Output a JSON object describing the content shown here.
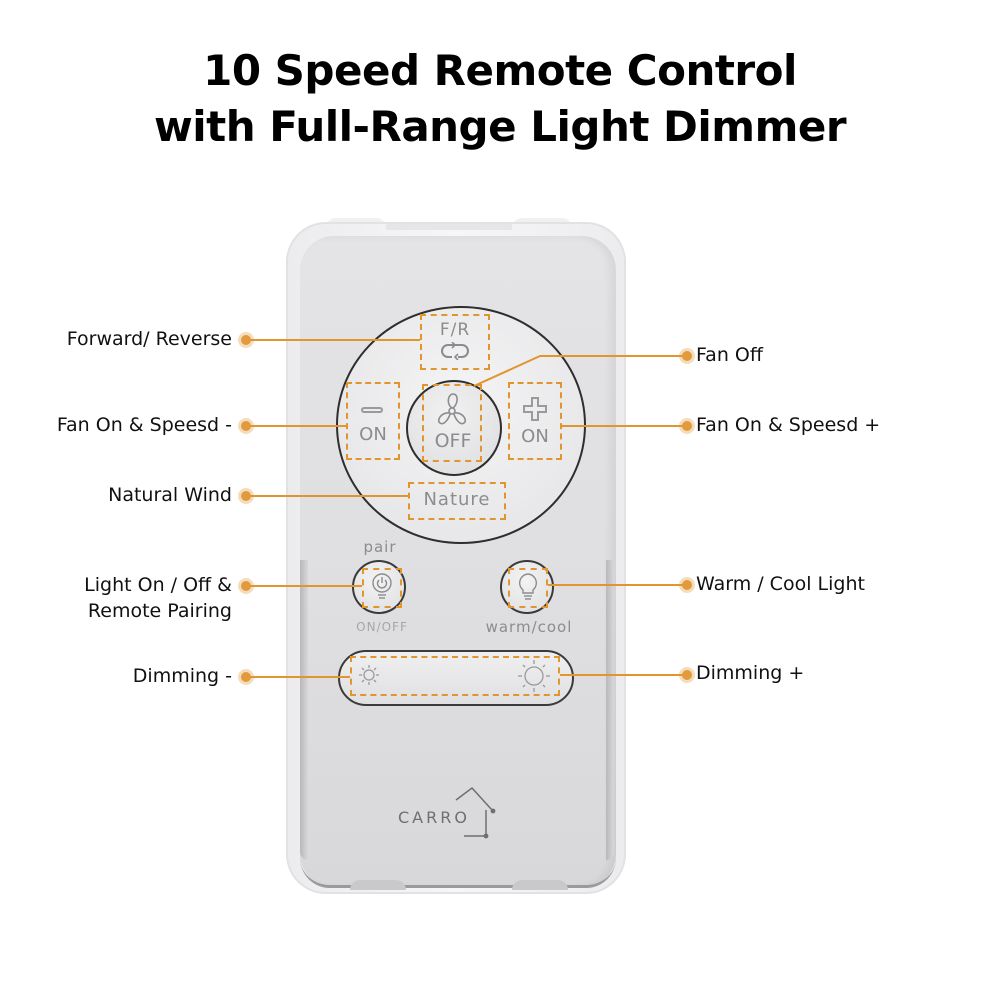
{
  "title": {
    "line1": "10 Speed Remote Control",
    "line2": "with Full-Range Light Dimmer"
  },
  "remote": {
    "brand": "CARRO",
    "buttons": {
      "forward_reverse": {
        "label": "F/R",
        "icon": "reverse-arrows-icon"
      },
      "speed_down": {
        "symbol": "−",
        "label": "ON",
        "icon": "minus-icon"
      },
      "fan_off": {
        "label": "OFF",
        "icon": "fan-icon"
      },
      "speed_up": {
        "symbol": "+",
        "label": "ON",
        "icon": "plus-icon"
      },
      "nature": {
        "label": "Nature"
      },
      "light_power": {
        "top_label": "pair",
        "bottom_label": "ON/OFF",
        "icon": "power-bulb-icon"
      },
      "warm_cool": {
        "bottom_label": "warm/cool",
        "icon": "bulb-icon"
      },
      "dim_down": {
        "icon": "sun-small-icon"
      },
      "dim_up": {
        "icon": "sun-large-icon"
      }
    }
  },
  "callouts": {
    "left": [
      {
        "text": "Forward/ Reverse"
      },
      {
        "text": "Fan On & Speesd -"
      },
      {
        "text": "Natural Wind"
      },
      {
        "text": "Light On / Off &"
      },
      {
        "text": "Remote Pairing"
      },
      {
        "text": "Dimming -"
      }
    ],
    "right": [
      {
        "text": "Fan Off"
      },
      {
        "text": "Fan On & Speesd +"
      },
      {
        "text": "Warm / Cool Light"
      },
      {
        "text": "Dimming +"
      }
    ]
  },
  "colors": {
    "accent": "#e0952f",
    "text": "#111111",
    "remote_body": "#e2e2e4",
    "button_label": "#8c8c8e"
  }
}
